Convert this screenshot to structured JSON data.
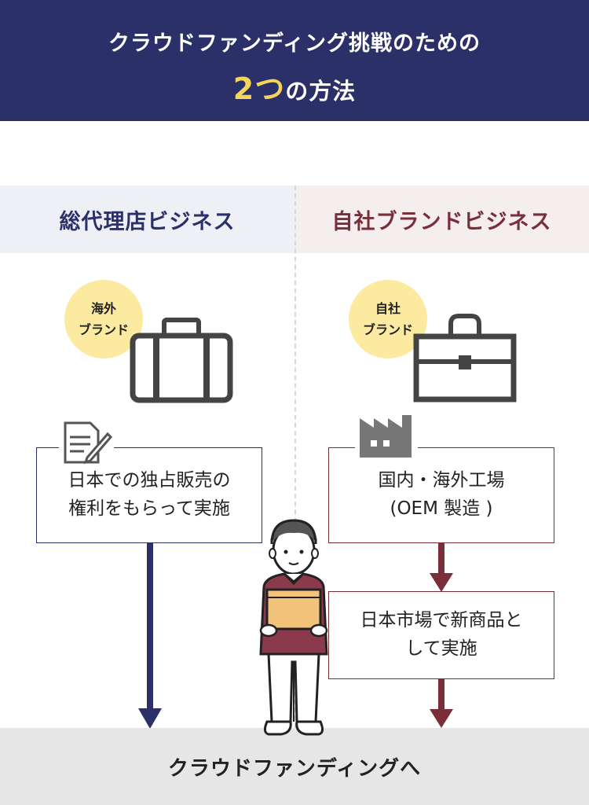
{
  "header": {
    "line1": "クラウドファンディング挑戦のための",
    "accent": "2つ",
    "line2_rest": "の方法"
  },
  "columns": {
    "left": {
      "title": "総代理店ビジネス",
      "badge": [
        "海外",
        "ブランド"
      ],
      "box": [
        "日本での独占販売の",
        "権利をもらって実施"
      ]
    },
    "right": {
      "title": "自社ブランドビジネス",
      "badge": [
        "自社",
        "ブランド"
      ],
      "box1": [
        "国内・海外工場",
        "(OEM 製造 )"
      ],
      "box2": [
        "日本市場で新商品と",
        "して実施"
      ]
    }
  },
  "footer": {
    "label": "クラウドファンディングへ"
  },
  "colors": {
    "navy": "#2b3068",
    "maroon": "#7a2e3a",
    "yellow_accent": "#f3d45c",
    "badge_fill": "#fbeaa0",
    "icon_gray": "#444444"
  },
  "icons": [
    "suitcase-icon",
    "briefcase-icon",
    "document-pen-icon",
    "factory-icon",
    "person-holding-box-illustration"
  ]
}
